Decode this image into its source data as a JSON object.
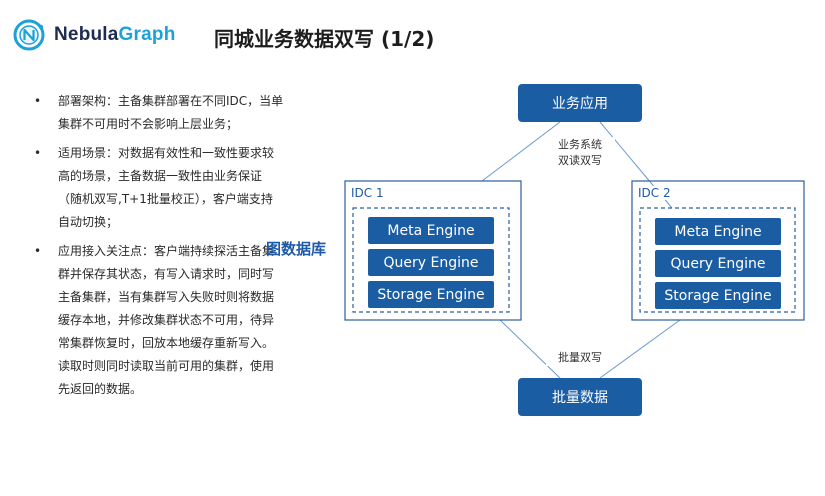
{
  "header": {
    "logo_brand_part1": "Nebula",
    "logo_brand_part2": "Graph",
    "title": "同城业务数据双写 (1/2)"
  },
  "bullets": [
    {
      "bullet": "•",
      "text": "部署架构：主备集群部署在不同IDC，当单集群不可用时不会影响上层业务；"
    },
    {
      "bullet": "•",
      "text": "适用场景：对数据有效性和一致性要求较高的场景，主备数据一致性由业务保证（随机双写,T+1批量校正），客户端支持自动切换；"
    },
    {
      "bullet": "•",
      "text": "应用接入关注点：客户端持续探活主备集群并保存其状态，有写入请求时，同时写主备集群，当有集群写入失败时则将数据缓存本地，并修改集群状态不可用，待异常集群恢复时，回放本地缓存重新写入。读取时则同时读取当前可用的集群，使用先返回的数据。"
    }
  ],
  "diagram": {
    "db_label": "图数据库",
    "top_box": "业务应用",
    "bottom_box": "批量数据",
    "top_edge_label_line1": "业务系统",
    "top_edge_label_line2": "双读双写",
    "bottom_edge_label": "批量双写",
    "idc1": {
      "label": "IDC 1",
      "engines": [
        "Meta Engine",
        "Query Engine",
        "Storage Engine"
      ]
    },
    "idc2": {
      "label": "IDC 2",
      "engines": [
        "Meta Engine",
        "Query Engine",
        "Storage Engine"
      ]
    },
    "colors": {
      "box_fill": "#1b5da3",
      "border": "#2d5f9e",
      "edge_line": "#6a9ad0",
      "label_blue": "#1e5aa8"
    }
  }
}
